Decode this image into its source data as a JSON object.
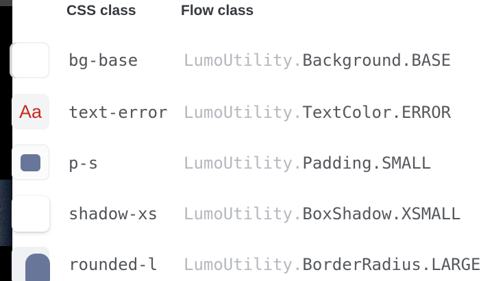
{
  "table": {
    "headers": {
      "css": "CSS class",
      "flow": "Flow class"
    },
    "rows": [
      {
        "css_class": "bg-base",
        "flow_prefix": "LumoUtility.",
        "flow_rest": "Background.BASE",
        "swatch": "background-base-preview"
      },
      {
        "css_class": "text-error",
        "flow_prefix": "LumoUtility.",
        "flow_rest": "TextColor.ERROR",
        "swatch": "text-error-preview",
        "swatch_text": "Aa"
      },
      {
        "css_class": "p-s",
        "flow_prefix": "LumoUtility.",
        "flow_rest": "Padding.SMALL",
        "swatch": "padding-small-preview"
      },
      {
        "css_class": "shadow-xs",
        "flow_prefix": "LumoUtility.",
        "flow_rest": "BoxShadow.XSMALL",
        "swatch": "box-shadow-xsmall-preview"
      },
      {
        "css_class": "rounded-l",
        "flow_prefix": "LumoUtility.",
        "flow_rest": "BorderRadius.LARGE",
        "swatch": "border-radius-large-preview"
      }
    ]
  },
  "colors": {
    "error_red": "#c9261c",
    "swatch_blue": "#68769a",
    "flow_prefix_gray": "#b5b8be",
    "flow_rest_gray": "#55585d",
    "css_label_gray": "#515459",
    "header_text": "#35383d",
    "strip_black": "#000000"
  }
}
